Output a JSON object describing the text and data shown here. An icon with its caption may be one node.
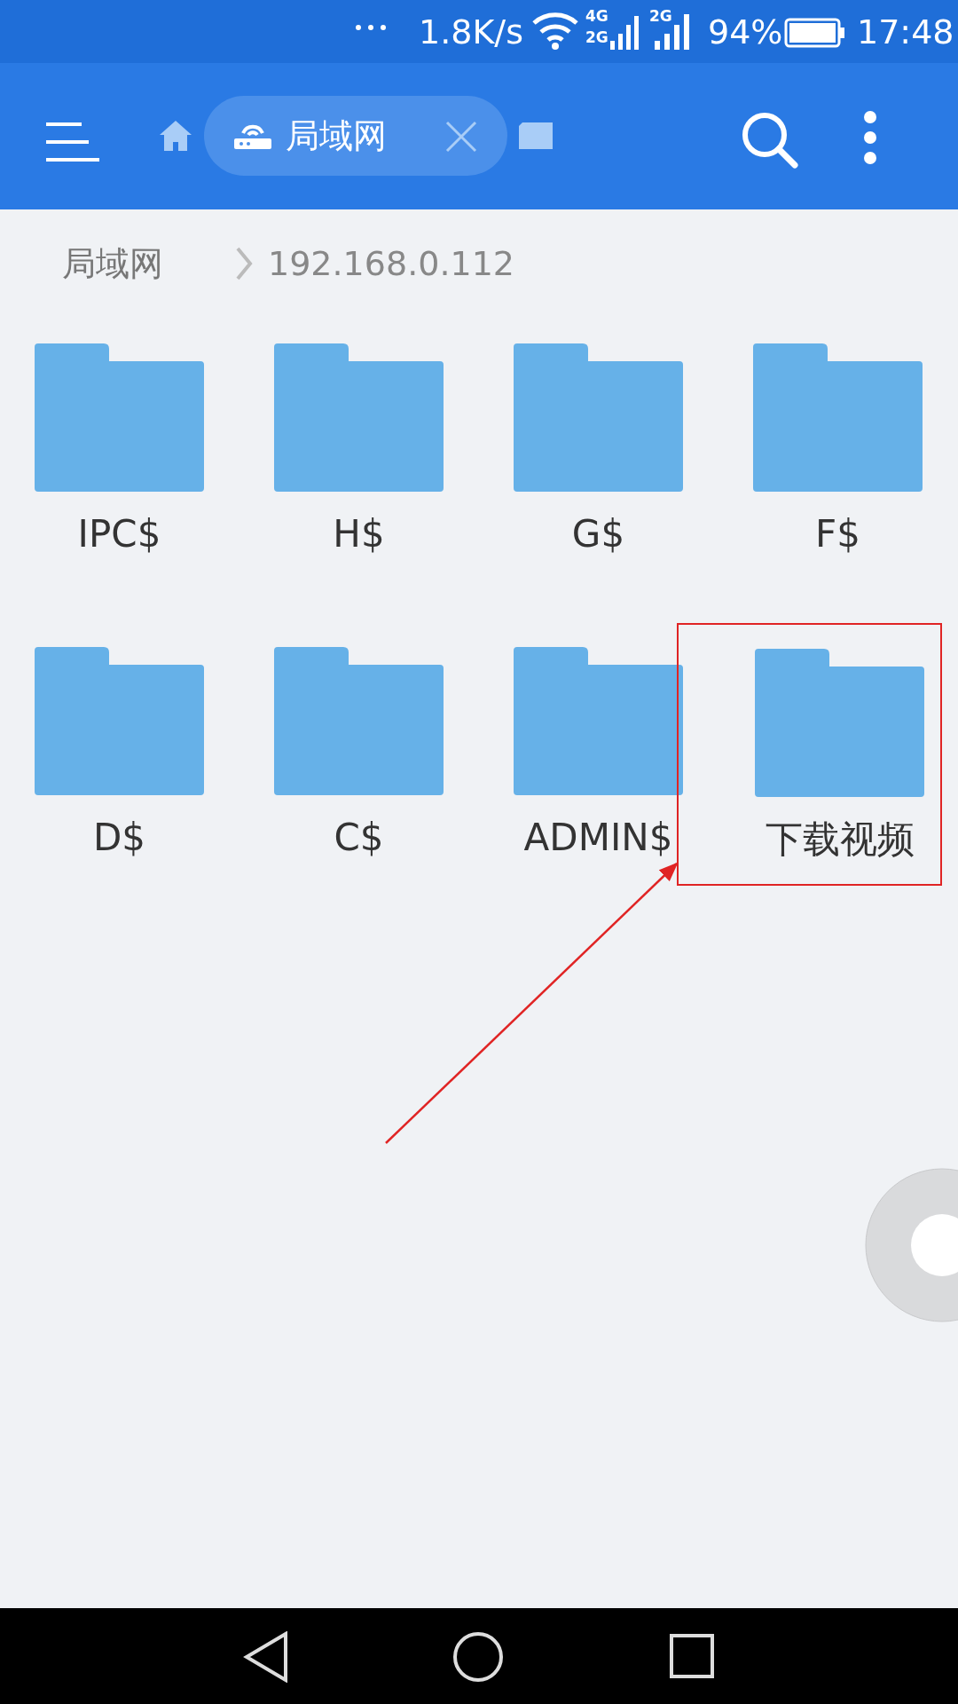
{
  "diagram": {
    "nodes": [
      {
        "text": [
          "IPC$"
        ]
      },
      {
        "text": [
          "H$"
        ]
      },
      {
        "text": [
          "G$"
        ]
      },
      {
        "text": [
          "F$"
        ]
      },
      {
        "text": [
          "D$"
        ]
      },
      {
        "text": [
          "C$"
        ]
      },
      {
        "text": [
          "ADMIN$"
        ]
      },
      {
        "text": [],
        "shape": "box"
      },
      {
        "text": [
          "下载视频"
        ],
        "in": 7
      }
    ],
    "edges": [
      {
        "from": null,
        "to": 7,
        "arrow": "to",
        "color": "#e02424"
      }
    ],
    "labels": [
      "1.8K/s",
      "4G",
      "2G",
      "2G",
      "94%",
      "17:48",
      "局域网",
      "局域网",
      "192.168.0.112"
    ]
  }
}
